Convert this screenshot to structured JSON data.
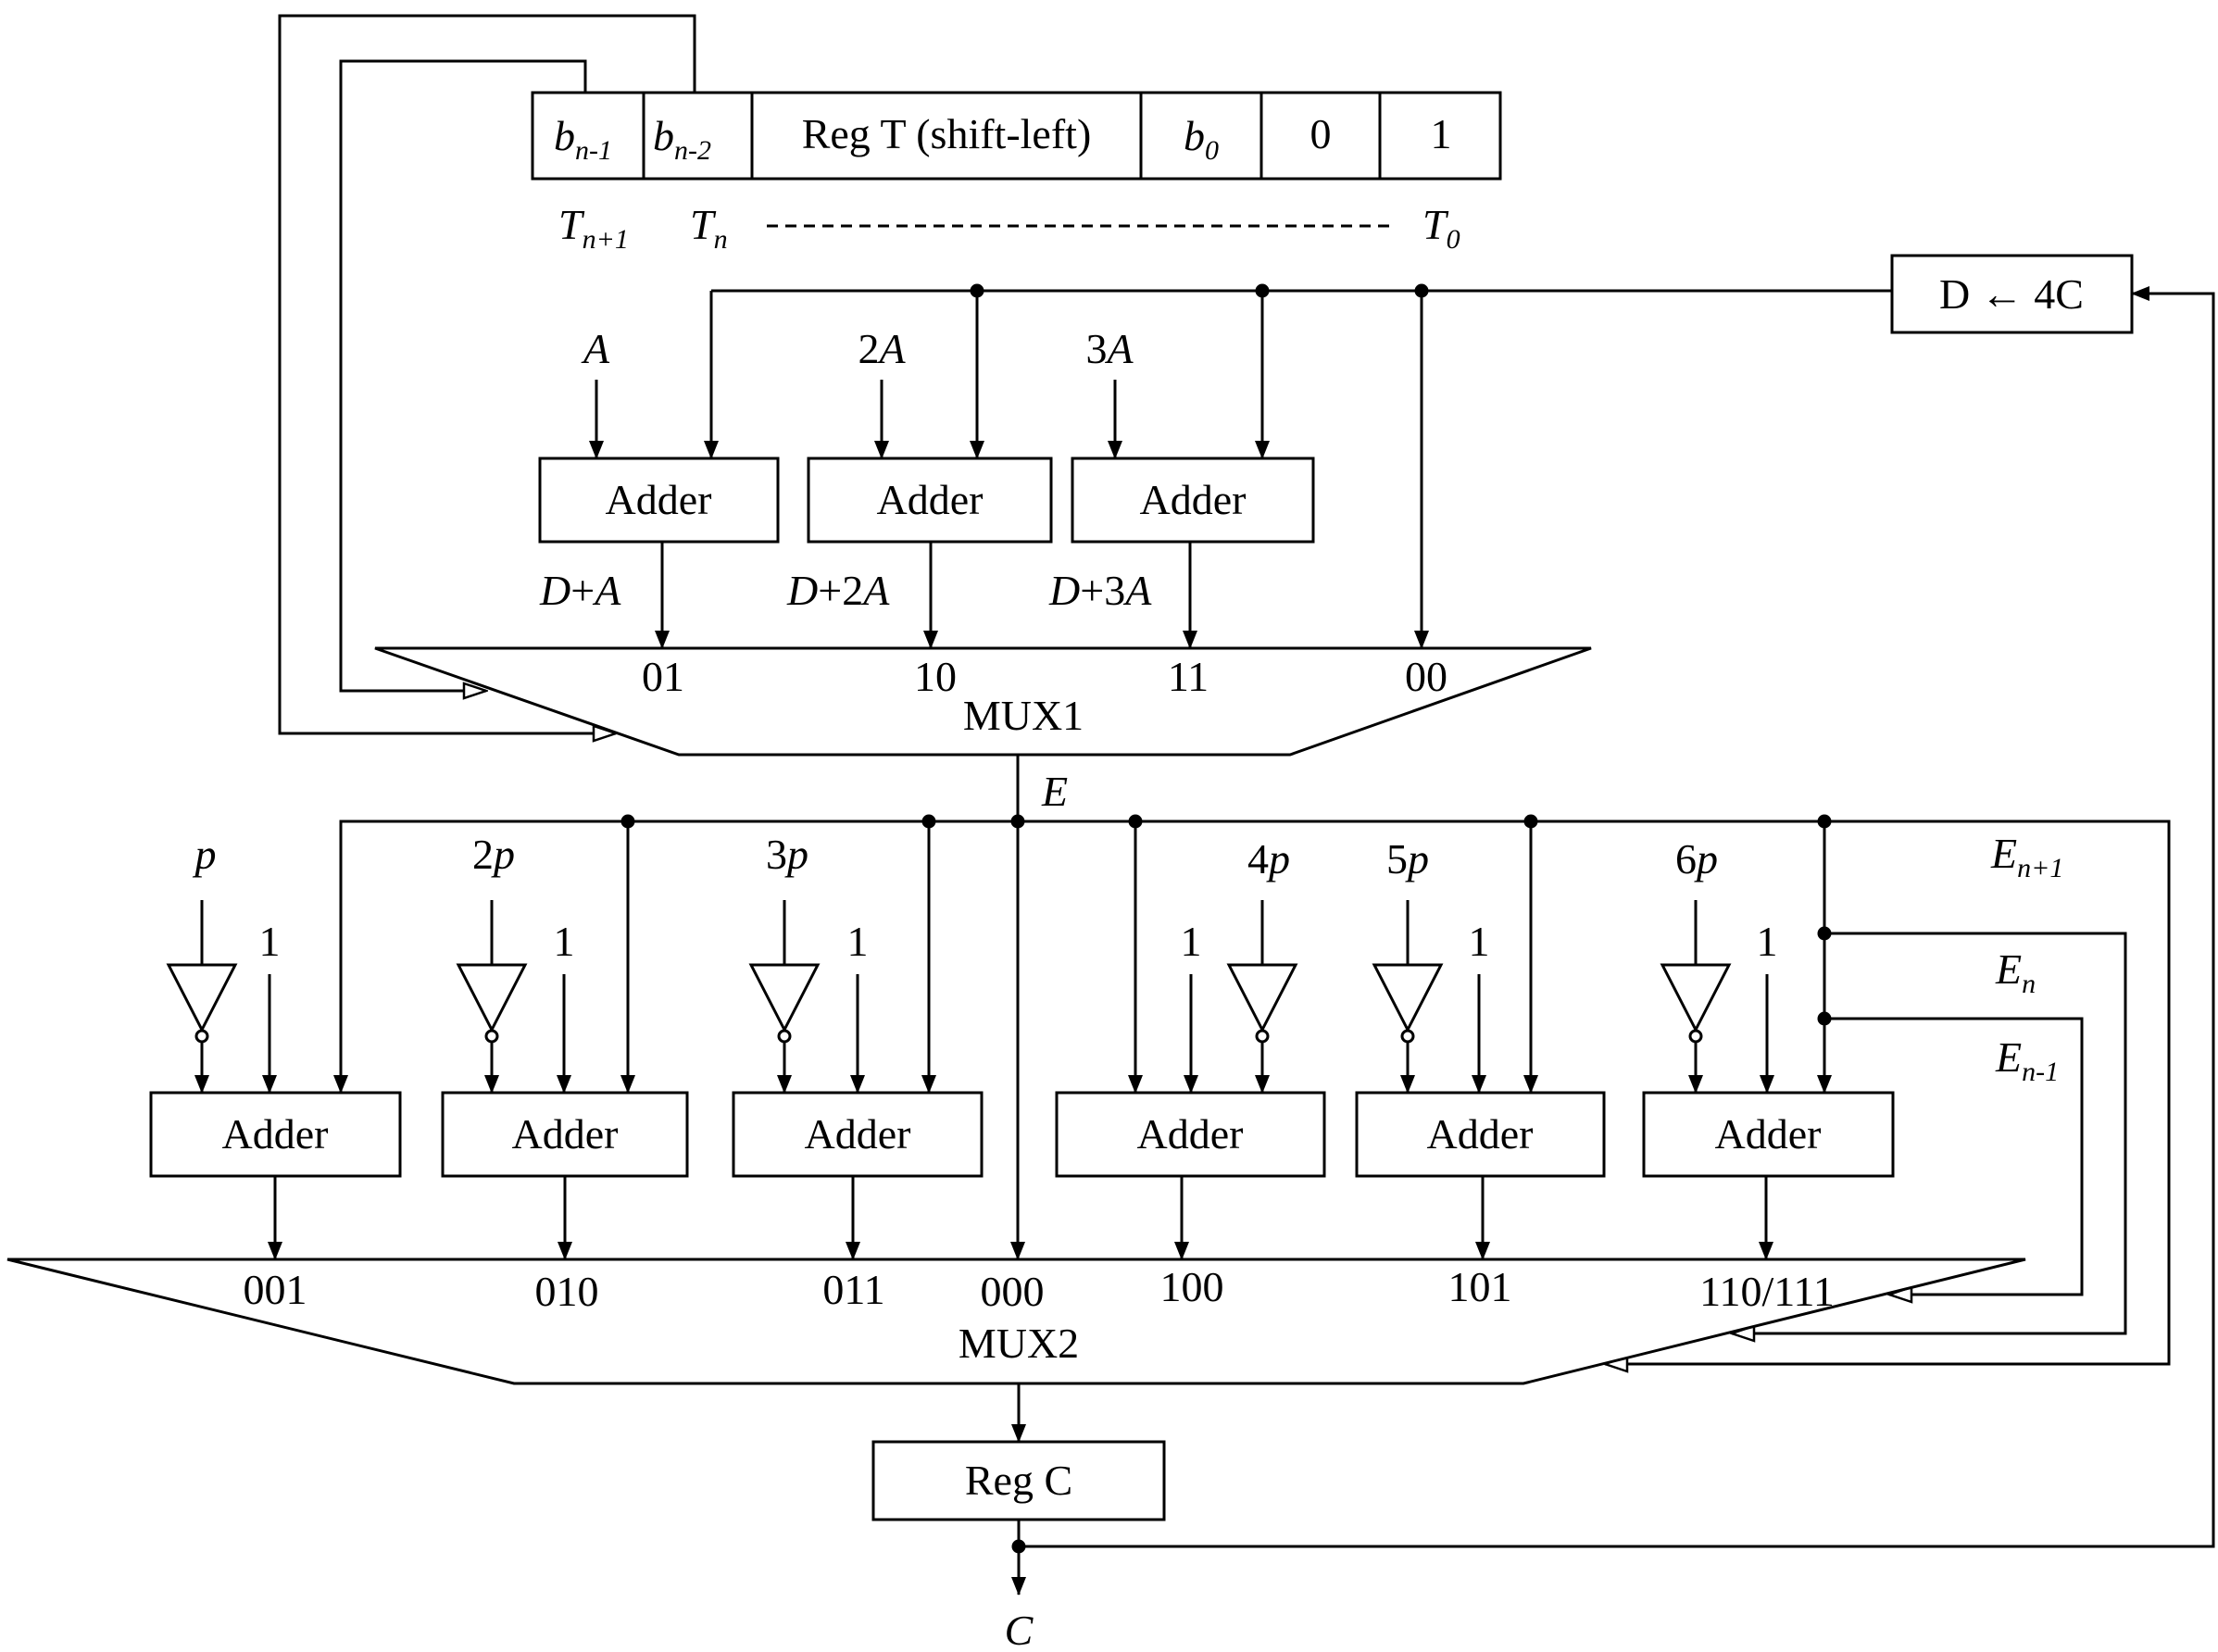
{
  "reg_t": {
    "cells": [
      {
        "main": "b",
        "sub": "n-1",
        "italic": true
      },
      {
        "main": "b",
        "sub": "n-2",
        "italic": true
      },
      {
        "main": "Reg T (shift-left)",
        "sub": "",
        "italic": false
      },
      {
        "main": "b",
        "sub": "0",
        "italic": true
      },
      {
        "main": "0",
        "sub": "",
        "italic": false
      },
      {
        "main": "1",
        "sub": "",
        "italic": false
      }
    ],
    "index_labels": [
      {
        "main": "T",
        "sub": "n+1"
      },
      {
        "main": "T",
        "sub": "n"
      },
      {
        "main": "T",
        "sub": "0"
      }
    ]
  },
  "d_box": {
    "label": "D ← 4C"
  },
  "stage1": {
    "inputs": [
      {
        "main": "A",
        "coef": ""
      },
      {
        "main": "A",
        "coef": "2"
      },
      {
        "main": "A",
        "coef": "3"
      }
    ],
    "adder_label": "Adder",
    "outputs": [
      {
        "prefix": "D",
        "op": "+",
        "coef": "",
        "var": "A"
      },
      {
        "prefix": "D",
        "op": "+",
        "coef": "2",
        "var": "A"
      },
      {
        "prefix": "D",
        "op": "+",
        "coef": "3",
        "var": "A"
      }
    ],
    "mux_label": "MUX1",
    "mux_inputs": [
      "01",
      "10",
      "11",
      "00"
    ],
    "mux_output": "E"
  },
  "stage2": {
    "inputs": [
      {
        "coef": "",
        "var": "p"
      },
      {
        "coef": "2",
        "var": "p"
      },
      {
        "coef": "3",
        "var": "p"
      },
      {
        "coef": "4",
        "var": "p"
      },
      {
        "coef": "5",
        "var": "p"
      },
      {
        "coef": "6",
        "var": "p"
      }
    ],
    "carry_in": "1",
    "adder_label": "Adder",
    "mux_label": "MUX2",
    "mux_inputs": [
      "001",
      "010",
      "011",
      "000",
      "100",
      "101",
      "110/111"
    ],
    "select_labels": [
      {
        "main": "E",
        "sub": "n+1"
      },
      {
        "main": "E",
        "sub": "n"
      },
      {
        "main": "E",
        "sub": "n-1"
      }
    ]
  },
  "reg_c": {
    "label": "Reg C"
  },
  "output": {
    "label": "C"
  }
}
